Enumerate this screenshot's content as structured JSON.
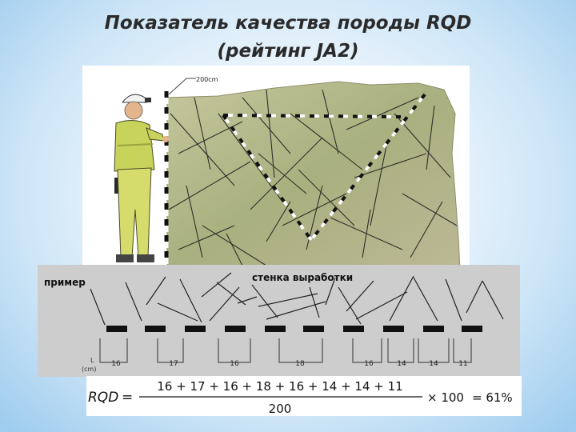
{
  "slide": {
    "title_line1": "Показатель качества породы RQD",
    "title_line2": "(рейтинг JA2)"
  },
  "figure": {
    "scale_label": "200cm"
  },
  "example": {
    "left_label": "пример",
    "wall_label": "стенка выработки",
    "axis_label_top": "L",
    "axis_label_bottom": "(cm)",
    "segments": [
      "16",
      "17",
      "16",
      "18",
      "16",
      "14",
      "14",
      "11"
    ]
  },
  "formula": {
    "lhs": "RQD",
    "equals": "=",
    "numerator": "16 + 17 + 16 + 18 + 16 + 14 + 14 + 11",
    "denominator": "200",
    "times": "× 100",
    "result": "= 61%"
  },
  "colors": {
    "rock": "#b5b98c",
    "panel": "#cdcdcd",
    "title": "#2a2a2a"
  }
}
